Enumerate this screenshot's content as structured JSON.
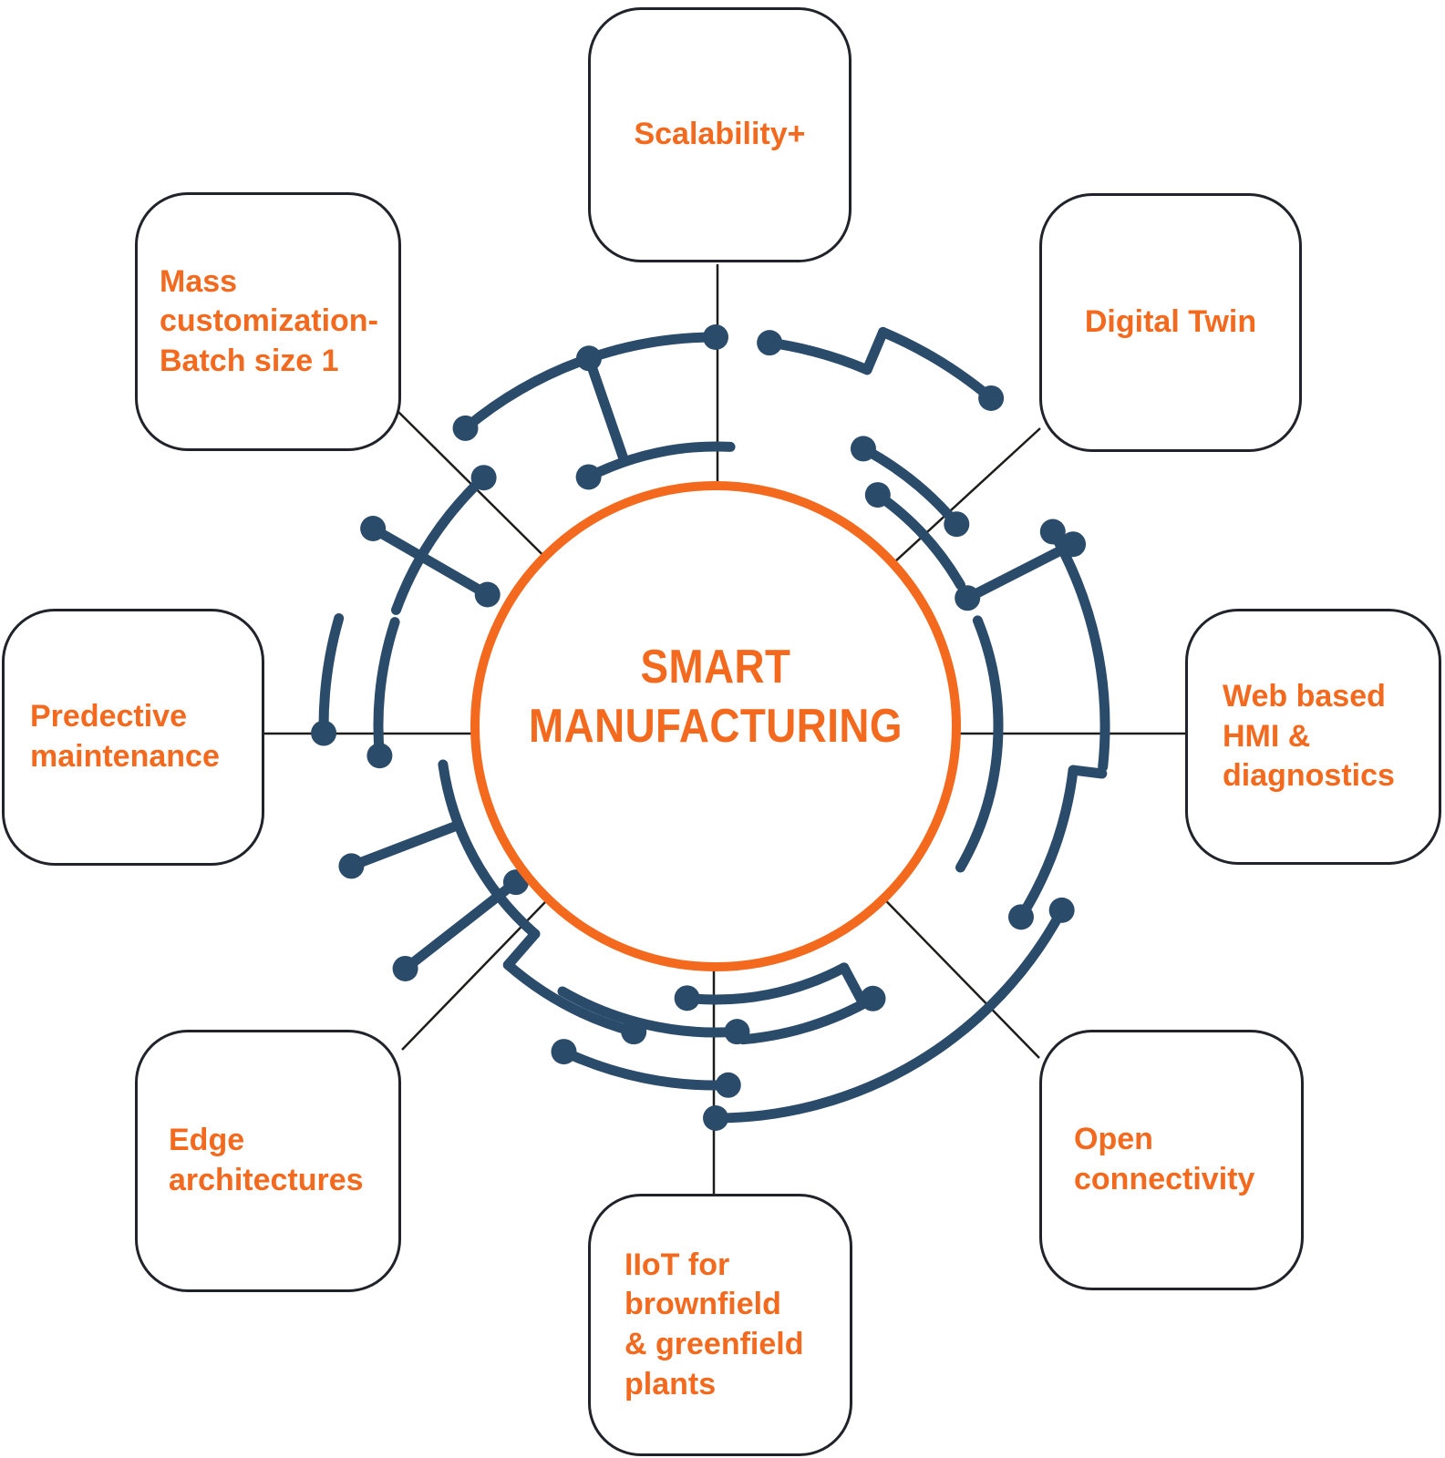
{
  "title": {
    "line1": "SMART",
    "line2": "MANUFACTURING"
  },
  "nodes": [
    {
      "id": "scalability",
      "label": "Scalability+",
      "position": "top"
    },
    {
      "id": "digital-twin",
      "label": "Digital Twin",
      "position": "top-right"
    },
    {
      "id": "web-based-hmi",
      "label": "Web based\nHMI &\ndiagnostics",
      "position": "right"
    },
    {
      "id": "open-connectivity",
      "label": "Open\nconnectivity",
      "position": "bottom-right"
    },
    {
      "id": "iiot-plants",
      "label": "IIoT for\nbrownfield\n& greenfield\nplants",
      "position": "bottom"
    },
    {
      "id": "edge-architectures",
      "label": "Edge\narchitectures",
      "position": "bottom-left"
    },
    {
      "id": "predective-maintenance",
      "label": "Predective\nmaintenance",
      "position": "left"
    },
    {
      "id": "mass-customization",
      "label": "Mass\ncustomization-\nBatch size 1",
      "position": "top-left"
    }
  ],
  "colors": {
    "accent_orange": "#F3691E",
    "circuit_navy": "#2B4B6B",
    "connector_line": "#1d1d1b",
    "box_border": "#20242a",
    "background": "#ffffff"
  }
}
